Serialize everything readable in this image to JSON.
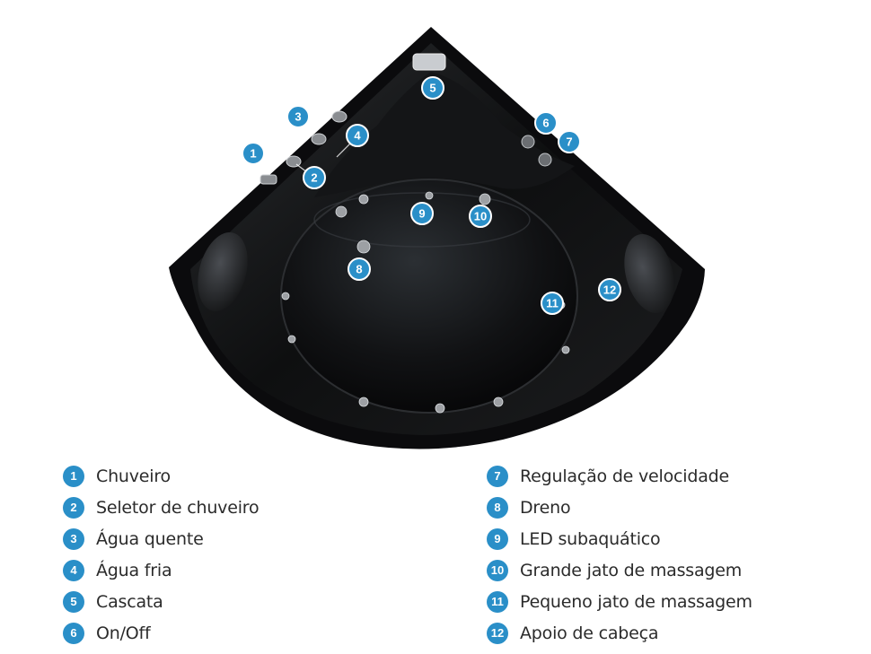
{
  "accent_color": "#2a8fc8",
  "tub_color": "#0b0b0d",
  "markers": [
    "1",
    "2",
    "3",
    "4",
    "5",
    "6",
    "7",
    "8",
    "9",
    "10",
    "11",
    "12"
  ],
  "legend": {
    "left": [
      {
        "number": "1",
        "label": "Chuveiro"
      },
      {
        "number": "2",
        "label": "Seletor de chuveiro"
      },
      {
        "number": "3",
        "label": "Água quente"
      },
      {
        "number": "4",
        "label": "Água fria"
      },
      {
        "number": "5",
        "label": "Cascata"
      },
      {
        "number": "6",
        "label": "On/Off"
      }
    ],
    "right": [
      {
        "number": "7",
        "label": "Regulação de velocidade"
      },
      {
        "number": "8",
        "label": "Dreno"
      },
      {
        "number": "9",
        "label": "LED subaquático"
      },
      {
        "number": "10",
        "label": "Grande jato de massagem"
      },
      {
        "number": "11",
        "label": "Pequeno jato de massagem"
      },
      {
        "number": "12",
        "label": "Apoio de cabeça"
      }
    ]
  }
}
